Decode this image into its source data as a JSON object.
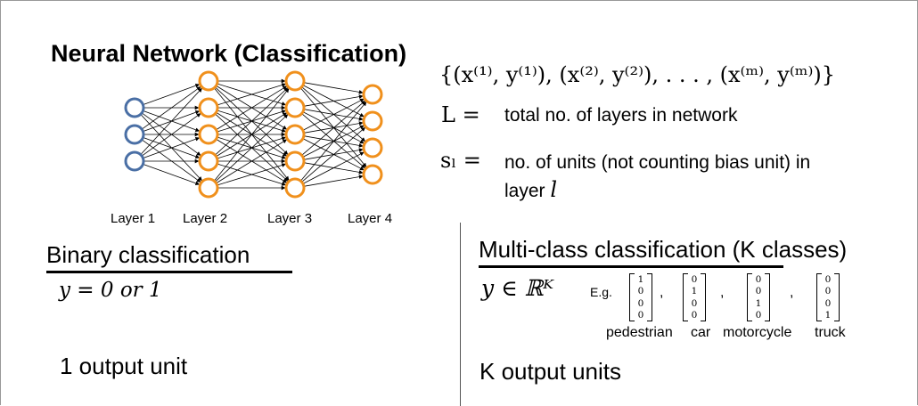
{
  "title": "Neural Network (Classification)",
  "dataset": "{(x⁽¹⁾, y⁽¹⁾), (x⁽²⁾, y⁽²⁾), . . . , (x⁽ᵐ⁾, y⁽ᵐ⁾)}",
  "definitions": {
    "L_symbol": "L =",
    "L_text": "total no. of layers in network",
    "s_symbol": "sₗ =",
    "s_text_line1": "no. of units (not counting bias unit) in",
    "s_text_line2": "layer",
    "s_text_var": "l"
  },
  "network": {
    "layers": [
      3,
      5,
      5,
      4
    ],
    "labels": [
      "Layer 1",
      "Layer 2",
      "Layer 3",
      "Layer 4"
    ],
    "input_color": "#4a6fa5",
    "hidden_color": "#f0901c"
  },
  "binary": {
    "heading": "Binary classification",
    "equation": "y = 0 or 1",
    "output": "1 output unit"
  },
  "multiclass": {
    "heading_underlined": "Multi-class classification",
    "heading_rest": " (K classes)",
    "equation": "y ∈ ℝᴷ",
    "eg": "E.g.",
    "vectors": [
      {
        "label": "pedestrian",
        "values": [
          "1",
          "0",
          "0",
          "0"
        ]
      },
      {
        "label": "car",
        "values": [
          "0",
          "1",
          "0",
          "0"
        ]
      },
      {
        "label": "motorcycle",
        "values": [
          "0",
          "0",
          "1",
          "0"
        ]
      },
      {
        "label": "truck",
        "values": [
          "0",
          "0",
          "0",
          "1"
        ]
      }
    ],
    "output": "K output units"
  }
}
